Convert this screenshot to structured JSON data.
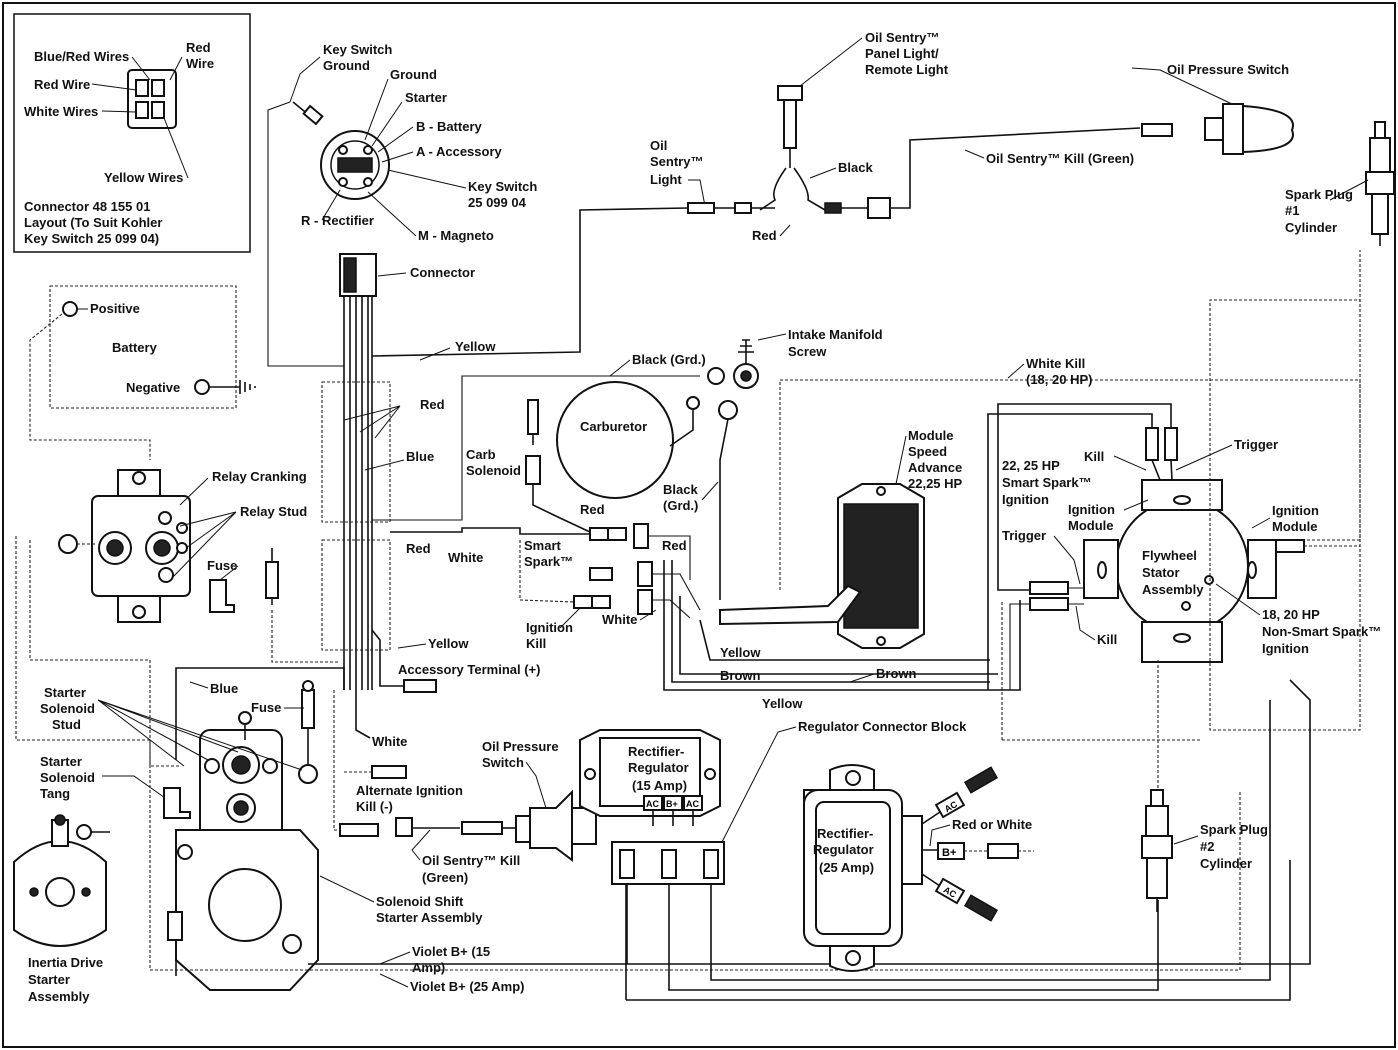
{
  "inset": {
    "blue_red_wires": "Blue/Red Wires",
    "red_wire_top": "Red",
    "red_wire_top2": "Wire",
    "red_wire": "Red Wire",
    "white_wires": "White Wires",
    "yellow_wires": "Yellow Wires",
    "connector_line1": "Connector 48 155 01",
    "connector_line2": "Layout (To Suit Kohler",
    "connector_line3": "Key Switch 25 099 04)"
  },
  "key_switch": {
    "ground_l1": "Key Switch",
    "ground_l2": "Ground",
    "ground": "Ground",
    "starter": "Starter",
    "b_battery": "B - Battery",
    "a_accessory": "A - Accessory",
    "ks_l1": "Key Switch",
    "ks_l2": "25 099 04",
    "r_rectifier": "R - Rectifier",
    "m_magneto": "M - Magneto"
  },
  "oil_sentry": {
    "panel_l1": "Oil Sentry™",
    "panel_l2": "Panel Light/",
    "panel_l3": "Remote Light",
    "light_l1": "Oil",
    "light_l2": "Sentry™",
    "light_l3": "Light",
    "black": "Black",
    "red": "Red",
    "kill_green": "Oil Sentry™ Kill (Green)",
    "pressure_switch": "Oil Pressure Switch"
  },
  "spark_plug_1": {
    "l1": "Spark Plug",
    "l2": "#1",
    "l3": "Cylinder"
  },
  "connector": "Connector",
  "battery": {
    "positive": "Positive",
    "battery": "Battery",
    "negative": "Negative"
  },
  "harness": {
    "yellow": "Yellow",
    "red": "Red",
    "blue": "Blue",
    "black_grd": "Black (Grd.)",
    "intake_l1": "Intake Manifold",
    "intake_l2": "Screw",
    "white_kill_l1": "White Kill",
    "white_kill_l2": "(18, 20 HP)"
  },
  "carburetor": {
    "carburetor": "Carburetor",
    "carb_l1": "Carb",
    "carb_l2": "Solenoid",
    "black_l1": "Black",
    "black_l2": "(Grd.)",
    "red": "Red"
  },
  "relay": {
    "cranking": "Relay Cranking",
    "stud": "Relay Stud",
    "fuse": "Fuse"
  },
  "smart_spark": {
    "red": "Red",
    "white": "White",
    "smart_l1": "Smart",
    "smart_l2": "Spark™",
    "red2": "Red",
    "ignition_l1": "Ignition",
    "ignition_l2": "Kill",
    "white2": "White"
  },
  "module": {
    "l1": "Module",
    "l2": "Speed",
    "l3": "Advance",
    "l4": "22,25 HP"
  },
  "stator": {
    "hp_l1": "22, 25 HP",
    "hp_l2": "Smart Spark™",
    "hp_l3": "Ignition",
    "kill_top": "Kill",
    "trigger_top": "Trigger",
    "ign_mod_l1": "Ignition",
    "ign_mod_l2": "Module",
    "ign_mod_r1": "Ignition",
    "ign_mod_r2": "Module",
    "trigger": "Trigger",
    "fly_l1": "Flywheel",
    "fly_l2": "Stator",
    "fly_l3": "Assembly",
    "kill": "Kill",
    "ns_l1": "18, 20 HP",
    "ns_l2": "Non-Smart Spark™",
    "ns_l3": "Ignition"
  },
  "lower": {
    "yellow": "Yellow",
    "accessory": "Accessory Terminal (+)",
    "blue": "Blue",
    "yellow2": "Yellow",
    "brown": "Brown",
    "brown2": "Brown",
    "yellow3": "Yellow",
    "regulator_block": "Regulator Connector Block"
  },
  "starter": {
    "stud_l1": "Starter",
    "stud_l2": "Solenoid",
    "stud_l3": "Stud",
    "fuse": "Fuse",
    "tang_l1": "Starter",
    "tang_l2": "Solenoid",
    "tang_l3": "Tang",
    "white": "White",
    "alt_l1": "Alternate Ignition",
    "alt_l2": "Kill (-)",
    "ops_l1": "Oil Pressure",
    "ops_l2": "Switch",
    "oskill_l1": "Oil Sentry™ Kill",
    "oskill_l2": "(Green)",
    "shift_l1": "Solenoid Shift",
    "shift_l2": "Starter Assembly",
    "inertia_l1": "Inertia Drive",
    "inertia_l2": "Starter",
    "inertia_l3": "Assembly",
    "violet15_l1": "Violet B+ (15",
    "violet15_l2": "Amp)",
    "violet25": "Violet B+ (25 Amp)"
  },
  "rectifier_15": {
    "l1": "Rectifier-",
    "l2": "Regulator",
    "l3": "(15 Amp)",
    "ac1": "AC",
    "bplus": "B+",
    "ac2": "AC"
  },
  "rectifier_25": {
    "l1": "Rectifier-",
    "l2": "Regulator",
    "l3": "(25 Amp)",
    "ac1": "AC",
    "bplus": "B+",
    "ac2": "AC",
    "red_or_white": "Red or White"
  },
  "spark_plug_2": {
    "l1": "Spark Plug",
    "l2": "#2",
    "l3": "Cylinder"
  }
}
